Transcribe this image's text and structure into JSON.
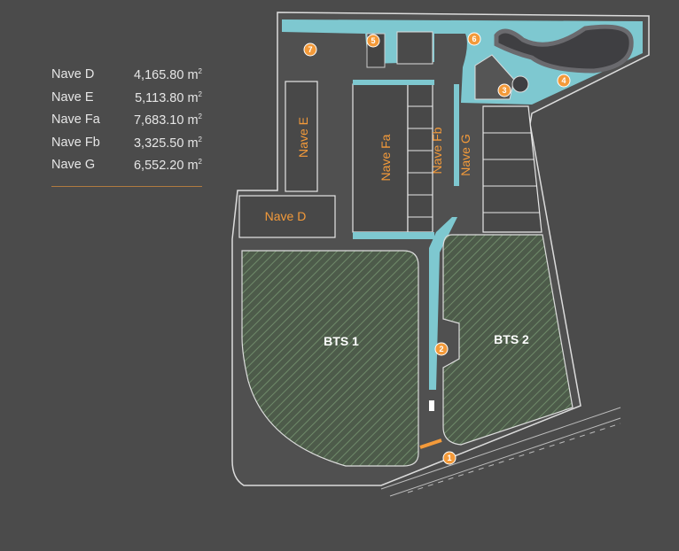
{
  "legend": {
    "rows": [
      {
        "name": "Nave D",
        "area": "4,165.80 m",
        "unit_sup": "2"
      },
      {
        "name": "Nave E",
        "area": "5,113.80 m",
        "unit_sup": "2"
      },
      {
        "name": "Nave Fa",
        "area": "7,683.10 m",
        "unit_sup": "2"
      },
      {
        "name": "Nave Fb",
        "area": "3,325.50 m",
        "unit_sup": "2"
      },
      {
        "name": "Nave G",
        "area": "6,552.20 m",
        "unit_sup": "2"
      }
    ]
  },
  "plan": {
    "buildings": {
      "d": "Nave D",
      "e": "Nave E",
      "fa": "Nave Fa",
      "fb": "Nave Fb",
      "g": "Nave G"
    },
    "plots": {
      "bts1": "BTS 1",
      "bts2": "BTS 2"
    },
    "markers": [
      "1",
      "2",
      "3",
      "4",
      "5",
      "6",
      "7"
    ]
  },
  "colors": {
    "background": "#4b4b4b",
    "water": "#7ec8d0",
    "accent": "#f39a3a",
    "plot": "#4d5b4a"
  }
}
